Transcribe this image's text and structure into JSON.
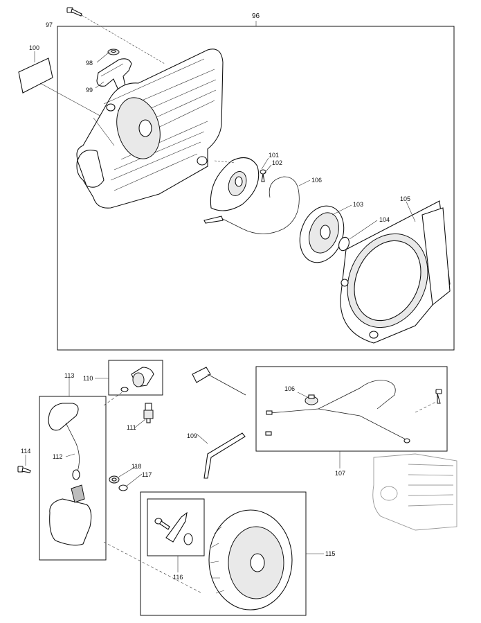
{
  "labels": {
    "p96": "96",
    "p97": "97",
    "p98": "98",
    "p99": "99",
    "p100": "100",
    "p101": "101",
    "p102": "102",
    "p103": "103",
    "p104": "104",
    "p105": "105",
    "p106a": "106",
    "p106b": "106",
    "p107": "107",
    "p109": "109",
    "p110": "110",
    "p111": "111",
    "p112": "112",
    "p113": "113",
    "p114": "114",
    "p115": "115",
    "p116": "116",
    "p117": "117",
    "p118": "118"
  },
  "colors": {
    "line": "#111111",
    "fill_light": "#e9e9e9",
    "fill_dark": "#bdbdbd",
    "ghost": "#999999"
  }
}
